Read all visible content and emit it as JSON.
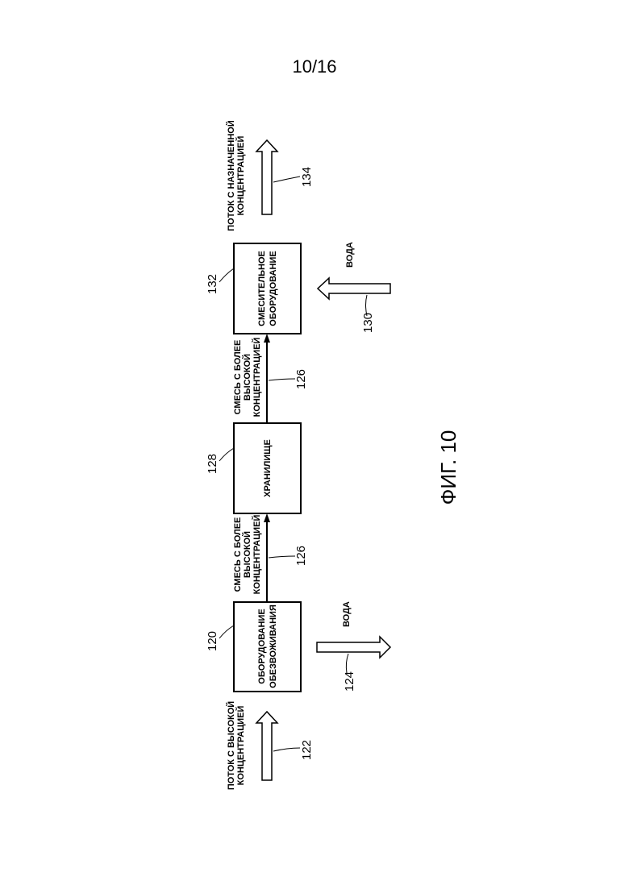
{
  "page": {
    "number": "10/16"
  },
  "figure": {
    "caption": "ФИГ. 10"
  },
  "blocks": {
    "dewatering": {
      "line1": "ОБОРУДОВАНИЕ",
      "line2": "ОБЕЗВОЖИВАНИЯ",
      "ref": "120"
    },
    "storage": {
      "line1": "ХРАНИЛИЩЕ",
      "ref": "128"
    },
    "mixing": {
      "line1": "СМЕСИТЕЛЬНОЕ",
      "line2": "ОБОРУДОВАНИЕ",
      "ref": "132"
    }
  },
  "flows": {
    "inlet": {
      "line1": "ПОТОК С ВЫСОКОЙ",
      "line2": "КОНЦЕНТРАЦИЕЙ",
      "ref": "122"
    },
    "water_out": {
      "label": "ВОДА",
      "ref": "124"
    },
    "mix_a": {
      "line1": "СМЕСЬ С БОЛЕЕ",
      "line2": "ВЫСОКОЙ",
      "line3": "КОНЦЕНТРАЦИЕЙ",
      "ref": "126"
    },
    "mix_b": {
      "line1": "СМЕСЬ С БОЛЕЕ",
      "line2": "ВЫСОКОЙ",
      "line3": "КОНЦЕНТРАЦИЕЙ",
      "ref": "126"
    },
    "water_in": {
      "label": "ВОДА",
      "ref": "130"
    },
    "outlet": {
      "line1": "ПОТОК С НАЗНАЧЕННОЙ",
      "line2": "КОНЦЕНТРАЦИЕЙ",
      "ref": "134"
    }
  }
}
